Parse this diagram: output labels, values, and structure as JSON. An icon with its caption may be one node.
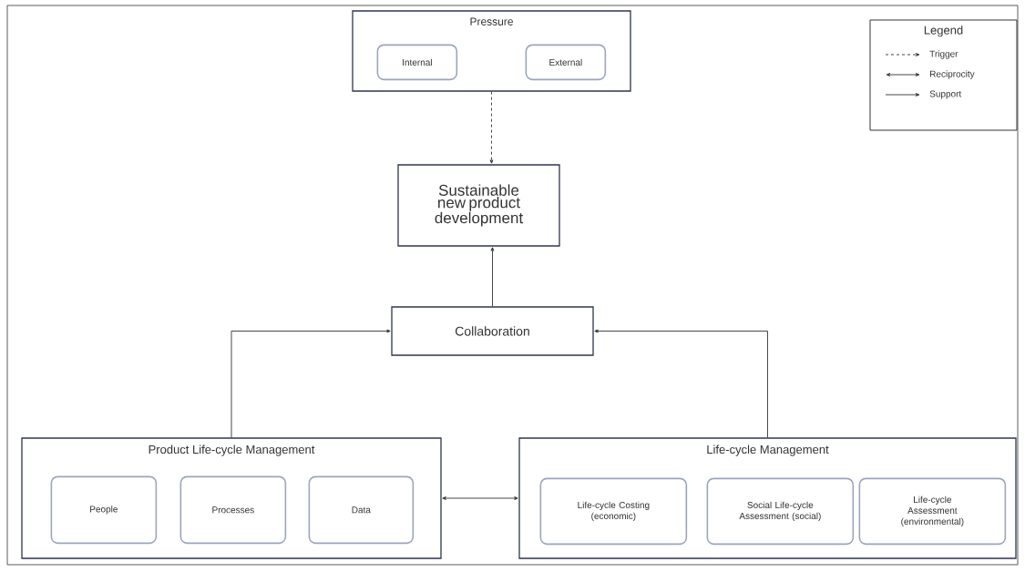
{
  "diagram": {
    "nodes": [
      {
        "text": [
          "Pressure"
        ]
      },
      {
        "text": [
          "Internal"
        ],
        "in": 0
      },
      {
        "text": [
          "External"
        ],
        "in": 0
      },
      {
        "text": [
          "Sustainable new product development"
        ]
      },
      {
        "text": [
          "Collaboration"
        ]
      },
      {
        "text": [
          "Product Life-cycle Management"
        ]
      },
      {
        "text": [
          "People"
        ],
        "in": 5
      },
      {
        "text": [
          "Processes"
        ],
        "in": 5
      },
      {
        "text": [
          "Data"
        ],
        "in": 5
      },
      {
        "text": [
          "Life-cycle Management"
        ]
      },
      {
        "text": [
          "Life-cycle Costing (economic)"
        ],
        "in": 9
      },
      {
        "text": [
          "Social Life-cycle Assessment (social)"
        ],
        "in": 9
      },
      {
        "text": [
          "Life-cycle Assessment (environmental)"
        ],
        "in": 9
      }
    ],
    "edges": [
      {
        "from": 0,
        "to": 3,
        "arrow": "to",
        "style": "dashed"
      },
      {
        "from": 4,
        "to": 3,
        "arrow": "to"
      },
      {
        "from": 5,
        "to": 4,
        "arrow": "to"
      },
      {
        "from": 9,
        "to": 4,
        "arrow": "to"
      },
      {
        "from": 5,
        "to": 9,
        "arrow": "both"
      }
    ],
    "labels": [
      "Legend"
    ],
    "legend": [
      {
        "text": "Trigger"
      },
      {
        "text": "Reciprocity"
      },
      {
        "text": "Support"
      }
    ]
  }
}
